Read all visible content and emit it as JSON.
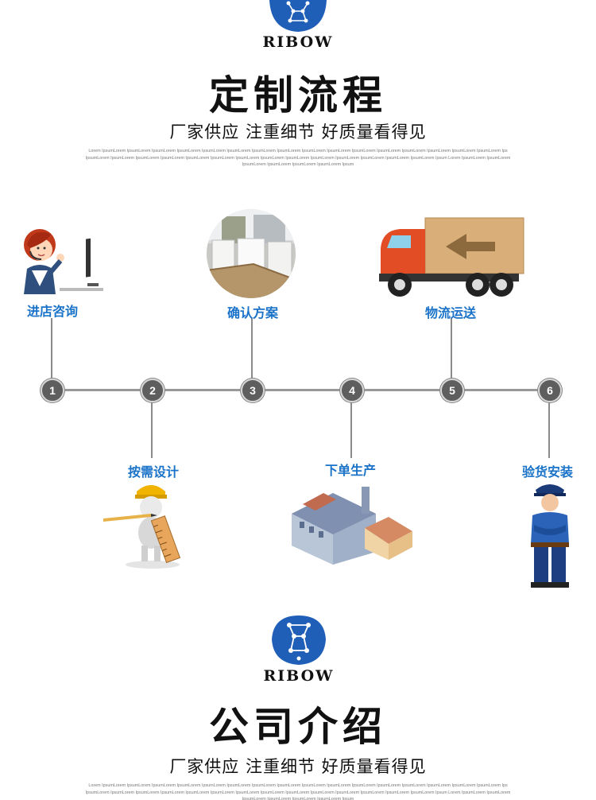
{
  "brand": {
    "name": "RIBOW",
    "color": "#1f5fb8"
  },
  "section1": {
    "title": "定制流程",
    "subtitle": "厂家供应  注重细节  好质量看得见",
    "lorem": "Lorem IpsumLorem IpsumLorem IpsumLorem IpsumLorem IpsumLorem IpsumLorem IpsumLorem IpsumLorem IpsumLorem IpsumLorem IpsumLorem IpsumLorem IpsumLorem IpsumLorem IpsumLorem IpsumLorem Ips IpsumLorem IpsumLorem IpsumLorem IpsumLorem IpsumLorem IpsumLorem IpsumLorem IpsumLorem IpsumLorem IpsumLorem IpsumLorem IpsumLorem IpsumLorem IpsumLorem Ipsum Lorem IpsumLorem IpsumLorem IpsumLorem IpsumLorem IpsumLorem IpsumLorem Ipsum"
  },
  "steps": [
    {
      "number": "1",
      "label": "进店咨询",
      "icon": "customer-service-icon"
    },
    {
      "number": "2",
      "label": "按需设计",
      "icon": "designer-icon"
    },
    {
      "number": "3",
      "label": "确认方案",
      "icon": "showroom-photo"
    },
    {
      "number": "4",
      "label": "下单生产",
      "icon": "factory-icon"
    },
    {
      "number": "5",
      "label": "物流运送",
      "icon": "delivery-truck-icon"
    },
    {
      "number": "6",
      "label": "验货安装",
      "icon": "installer-icon"
    }
  ],
  "colors": {
    "accent": "#1a73c8",
    "timeline": "#999999",
    "node": "#5e5e5e"
  },
  "section2": {
    "title": "公司介绍",
    "subtitle": "厂家供应  注重细节  好质量看得见",
    "lorem": "Lorem IpsumLorem IpsumLorem IpsumLorem IpsumLorem IpsumLorem IpsumLorem IpsumLorem IpsumLorem IpsumLorem IpsumLorem IpsumLorem IpsumLorem IpsumLorem IpsumLorem IpsumLorem IpsumLorem Ips IpsumLorem IpsumLorem IpsumLorem IpsumLorem IpsumLorem IpsumLorem IpsumLorem IpsumLorem IpsumLorem IpsumLorem IpsumLorem IpsumLorem IpsumLorem IpsumLorem Ipsum Lorem IpsumLorem IpsumLorem IpsumLorem IpsumLorem IpsumLorem IpsumLorem Ipsum"
  }
}
